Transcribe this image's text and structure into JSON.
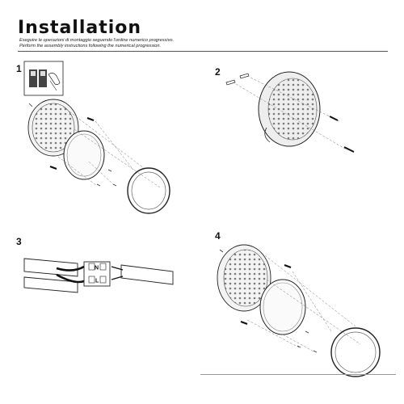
{
  "header": {
    "title": "Installation",
    "instruction_it": "Eseguire le operazioni di montaggio seguendo l'ordine numerico progressivo.",
    "instruction_en": "Perform the assembly instructions following the numerical progression."
  },
  "steps": [
    {
      "number": "1"
    },
    {
      "number": "2"
    },
    {
      "number": "3"
    },
    {
      "number": "4"
    }
  ],
  "terminal": {
    "neutral_label": "N",
    "live_label": "L"
  }
}
